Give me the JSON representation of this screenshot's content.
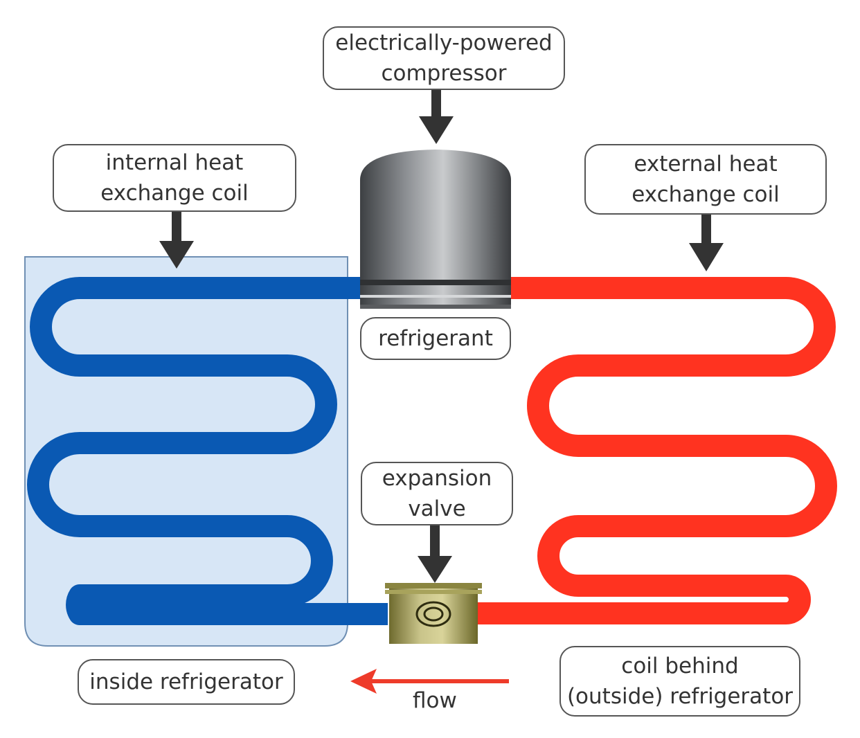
{
  "labels": {
    "compressor": {
      "line1": "electrically-powered",
      "line2": "compressor"
    },
    "internal_coil": {
      "line1": "internal heat",
      "line2": "exchange coil"
    },
    "external_coil": {
      "line1": "external heat",
      "line2": "exchange coil"
    },
    "refrigerant": "refrigerant",
    "expansion_valve": {
      "line1": "expansion",
      "line2": "valve"
    },
    "inside": "inside refrigerator",
    "outside": {
      "line1": "coil behind",
      "line2": "(outside) refrigerator"
    },
    "flow": "flow"
  },
  "colors": {
    "cold_coil": "#0a59b3",
    "hot_coil": "#ff3320",
    "fridge_fill": "#d7e6f6",
    "fridge_border": "#6f8fb3",
    "arrow": "#333333",
    "flow_arrow": "#ee3b2a",
    "label_border": "#555555"
  }
}
